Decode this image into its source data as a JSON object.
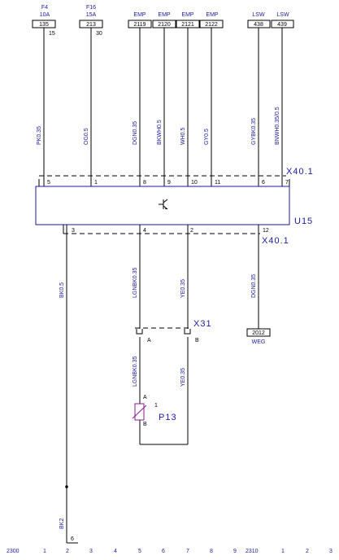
{
  "fuses": [
    {
      "name": "F4",
      "rating": "10A",
      "code": "135",
      "pin": "15"
    },
    {
      "name": "F16",
      "rating": "15A",
      "code": "213",
      "pin": "30"
    }
  ],
  "emp_labels": [
    {
      "label": "EMP",
      "code": "2119"
    },
    {
      "label": "EMP",
      "code": "2120"
    },
    {
      "label": "EMP",
      "code": "2121"
    },
    {
      "label": "EMP",
      "code": "2122"
    }
  ],
  "lsw_labels": [
    {
      "label": "LSW",
      "code": "438"
    },
    {
      "label": "LSW",
      "code": "439"
    }
  ],
  "top_wires": [
    "PK0.35",
    "OG0.5",
    "DGN0.35",
    "BKWH0.5",
    "WH0.5",
    "GY0.5",
    "GYBK0.35",
    "BNWH0.35/0.5"
  ],
  "top_pins": [
    "5",
    "1",
    "8",
    "9",
    "10",
    "11",
    "6",
    "7"
  ],
  "connector_top": "X40.1",
  "connector_bottom": "X40.1",
  "module": "U15",
  "bottom_pins": [
    "3",
    "4",
    "2",
    "12"
  ],
  "bottom_wires": {
    "left": "BK0.5",
    "mid_a": "LGNBK0.35",
    "mid_b": "YE0.35",
    "right": "DGN0.35",
    "lower_a": "LGNBK0.35",
    "lower_b": "YE0.35",
    "ground": "BK2"
  },
  "x31": {
    "name": "X31",
    "pin_a": "A",
    "pin_b": "B"
  },
  "weg": {
    "code": "2012",
    "label": "WEG"
  },
  "sensor": {
    "name": "P13",
    "pin_1": "1",
    "pin_a": "A",
    "pin_b": "B"
  },
  "ground_pin": "6",
  "bottom_scale": {
    "start": "2300",
    "marks_a": [
      "1",
      "2",
      "3",
      "4",
      "5",
      "6",
      "7",
      "8",
      "9"
    ],
    "second": "2310",
    "marks_b": [
      "1",
      "2",
      "3"
    ]
  }
}
